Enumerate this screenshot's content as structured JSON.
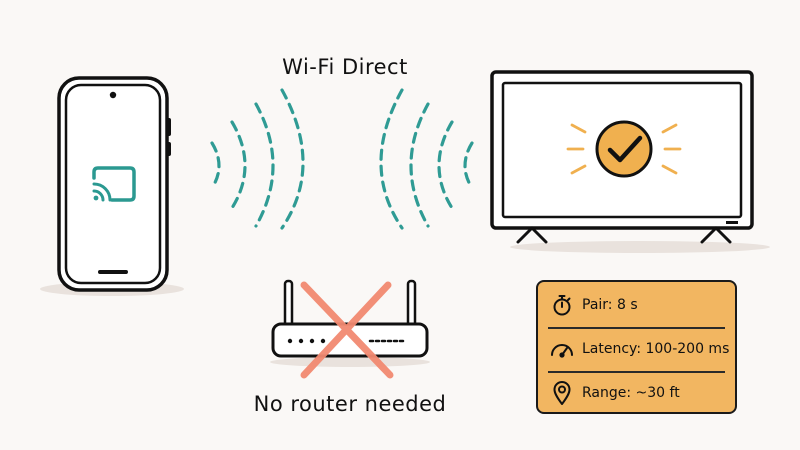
{
  "title": "Wi-Fi Direct",
  "router_caption": "No router needed",
  "stats": [
    {
      "icon": "stopwatch-icon",
      "label": "Pair: 8 s"
    },
    {
      "icon": "speedometer-icon",
      "label": "Latency: 100-200 ms"
    },
    {
      "icon": "location-pin-icon",
      "label": "Range: ~30 ft"
    }
  ],
  "colors": {
    "background": "#faf8f6",
    "cast_teal": "#2b9991",
    "wave_teal": "#2f9b94",
    "check_orange": "#f0b04f",
    "cross_red": "#f28a71",
    "panel_orange": "#f2b661",
    "outline": "#1a1a1a"
  }
}
